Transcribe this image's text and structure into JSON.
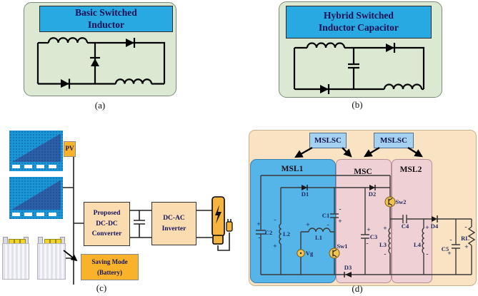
{
  "colors": {
    "panel_green": "#dbe9d3",
    "title_blue": "#29a9e1",
    "text_navy": "#15155f",
    "peach_box": "#fbdcb0",
    "orange_box": "#f9b22a",
    "pv_blue": "#1b97d8",
    "pv_triangle": "#2c5fa8",
    "outer_peach": "#fae3c3",
    "mslsc_blue": "#a5d2f0",
    "msl1_blue": "#55b5e8",
    "section_pink": "#eed0d5",
    "component_yellow": "#f2c34e"
  },
  "panel_a": {
    "title_line1": "Basic Switched",
    "title_line2": "Inductor",
    "caption": "(a)"
  },
  "panel_b": {
    "title_line1": "Hybrid Switched",
    "title_line2": "Inductor Capacitor",
    "caption": "(b)"
  },
  "panel_c": {
    "caption": "(c)",
    "pv_label": "PV",
    "converter": {
      "line1": "Proposed",
      "line2": "DC-DC",
      "line3": "Converter"
    },
    "inverter": {
      "line1": "DC-AC",
      "line2": "Inverter"
    },
    "saving": {
      "line1": "Saving Mode",
      "line2": "(Battery)"
    }
  },
  "panel_d": {
    "caption": "(d)",
    "controllers": [
      "MSLSC",
      "MSLSC"
    ],
    "sections": {
      "msl1": "MSL1",
      "msc": "MSC",
      "msl2": "MSL2"
    },
    "components": {
      "d1": "D1",
      "d2": "D2",
      "d3": "D3",
      "d4": "D4",
      "c1": "C1",
      "c2": "C2",
      "c3": "C3",
      "c4": "C4",
      "c5": "C5",
      "l1": "L1",
      "l2": "L2",
      "l3": "L3",
      "l4": "L4",
      "vg": "Vg",
      "sw1": "Sw1",
      "sw2": "Sw2",
      "rl": "RL"
    },
    "plus": "+",
    "minus": "-"
  }
}
